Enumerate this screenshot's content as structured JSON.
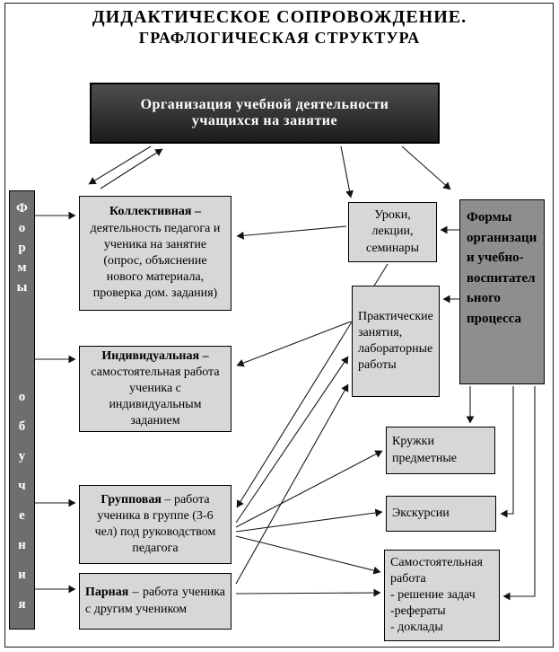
{
  "title": {
    "line1": "ДИДАКТИЧЕСКОЕ СОПРОВОЖДЕНИЕ.",
    "line2": "ГРАФЛОГИЧЕСКАЯ СТРУКТУРА"
  },
  "top_box": {
    "text": "Организация учебной деятельности\nучащихся на занятие"
  },
  "left_bar": {
    "word1": "Ф\nо\nр\nм\nы",
    "word2": "о\nб\nу\nч\nе\nн\nи\nя"
  },
  "left_boxes": [
    {
      "title": "Коллективная –",
      "body": "деятельность педагога и ученика на занятие (опрос, объяснение нового материала, проверка дом. задания)"
    },
    {
      "title": "Индивидуальная –",
      "body": "самостоятельная работа ученика с индивидуальным заданием"
    },
    {
      "title": "Групповая",
      "body": "– работа ученика в группе (3-6 чел) под руководством педагога"
    },
    {
      "title": "Парная",
      "body": "– работа ученика с другим учеником"
    }
  ],
  "middle_boxes": [
    {
      "text": "Уроки, лекции, семинары"
    },
    {
      "text": "Практические занятия, лабораторные работы"
    }
  ],
  "right_bar": {
    "text": "Формы организации учебно-воспитательного процесса"
  },
  "right_boxes": [
    {
      "text": "Кружки предметные"
    },
    {
      "text": "Экскурсии"
    },
    {
      "text": "Самостоятельная работа\n- решение задач\n-рефераты\n- доклады"
    }
  ],
  "colors": {
    "light_box_fill": "#d7d7d7",
    "top_box_fill": "#2e2e2e",
    "left_bar_fill": "#6e6e6e",
    "right_bar_fill": "#8e8e8e",
    "line": "#1a1a1a"
  }
}
